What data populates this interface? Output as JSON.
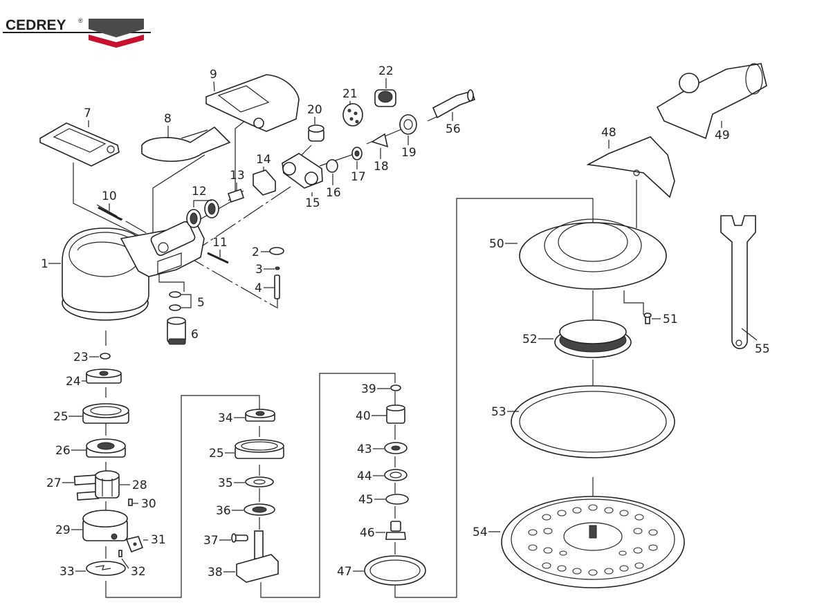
{
  "brand": {
    "name": "CEDREY",
    "registered": "®",
    "colors": {
      "dark": "#4a4a4a",
      "red": "#c8102e",
      "text": "#1f1f1f"
    }
  },
  "part_numbers": {
    "p1": "1",
    "p2": "2",
    "p3": "3",
    "p4": "4",
    "p5": "5",
    "p6": "6",
    "p7": "7",
    "p8": "8",
    "p9": "9",
    "p10": "10",
    "p11": "11",
    "p12": "12",
    "p13": "13",
    "p14": "14",
    "p15": "15",
    "p16": "16",
    "p17": "17",
    "p18": "18",
    "p19": "19",
    "p20": "20",
    "p21": "21",
    "p22": "22",
    "p23": "23",
    "p24": "24",
    "p25a": "25",
    "p25b": "25",
    "p26": "26",
    "p27": "27",
    "p28": "28",
    "p29": "29",
    "p30": "30",
    "p31": "31",
    "p32": "32",
    "p33": "33",
    "p34": "34",
    "p35": "35",
    "p36": "36",
    "p37": "37",
    "p38": "38",
    "p39": "39",
    "p40": "40",
    "p43": "43",
    "p44": "44",
    "p45": "45",
    "p46": "46",
    "p47": "47",
    "p48": "48",
    "p49": "49",
    "p50": "50",
    "p51": "51",
    "p52": "52",
    "p53": "53",
    "p54": "54",
    "p55": "55",
    "p56": "56"
  }
}
